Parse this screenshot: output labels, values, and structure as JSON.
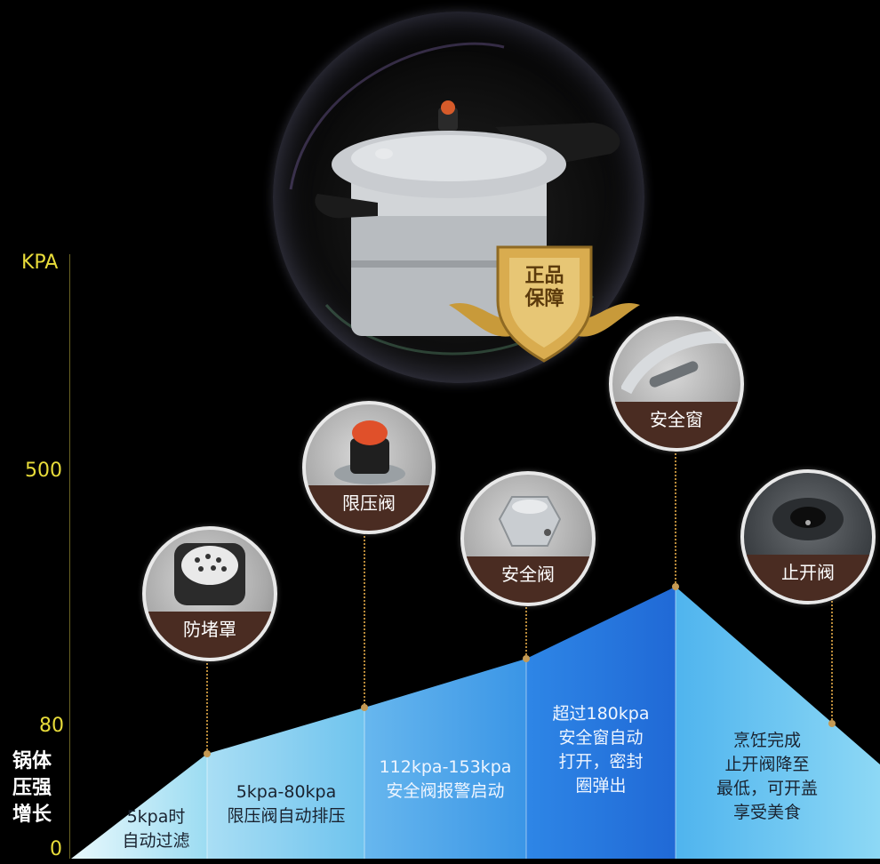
{
  "axis": {
    "unit": "KPA",
    "ticks": [
      "500",
      "80",
      "0"
    ],
    "title_lines": [
      "锅体",
      "压强",
      "增长"
    ]
  },
  "badge": {
    "line1": "正品",
    "line2": "保障"
  },
  "callouts": [
    {
      "label": "防堵罩",
      "icon": "anti-clog-cover-icon"
    },
    {
      "label": "限压阀",
      "icon": "pressure-limit-valve-icon"
    },
    {
      "label": "安全阀",
      "icon": "safety-valve-icon"
    },
    {
      "label": "安全窗",
      "icon": "safety-window-icon"
    },
    {
      "label": "止开阀",
      "icon": "stop-open-valve-icon"
    }
  ],
  "segments": [
    {
      "lines": [
        "5kpa时",
        "自动过滤"
      ]
    },
    {
      "lines": [
        "5kpa-80kpa",
        "限压阀自动排压"
      ]
    },
    {
      "lines": [
        "112kpa-153kpa",
        "安全阀报警启动"
      ]
    },
    {
      "lines": [
        "超过180kpa",
        "安全窗自动",
        "打开，密封",
        "圈弹出"
      ]
    },
    {
      "lines": [
        "烹饪完成",
        "止开阀降至",
        "最低，可开盖",
        "享受美食"
      ]
    }
  ],
  "colors": {
    "axis": "#e8dc3a",
    "seg1": "#bfe9f7",
    "seg2": "#8fd4f0",
    "seg3": "#4ea6e8",
    "seg4": "#2c7fe0",
    "seg5": "#5ec0ee",
    "tag": "#4a2c22",
    "gold": "#c59a54"
  }
}
